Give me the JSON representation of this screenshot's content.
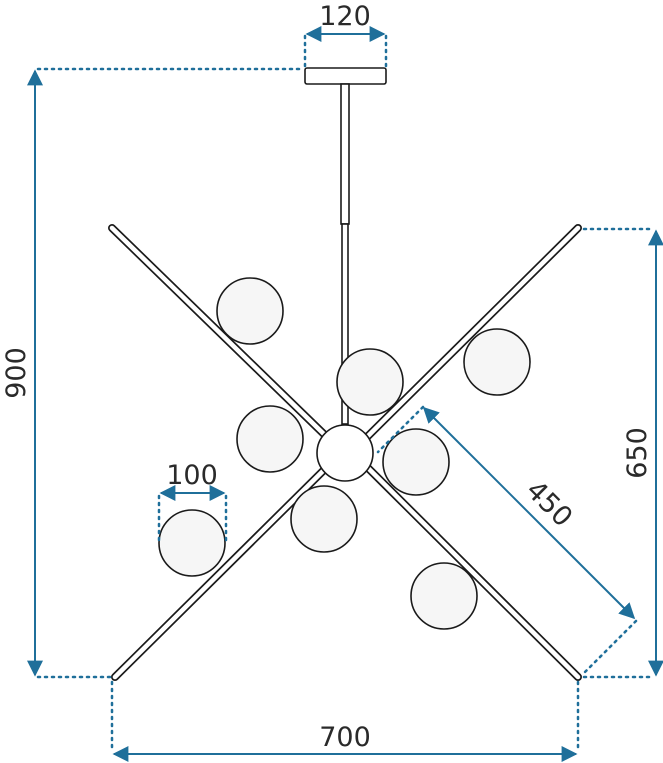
{
  "dimensions": {
    "canopy_width": "120",
    "total_height": "900",
    "body_height": "650",
    "arm_length": "450",
    "globe_diameter": "100",
    "total_width": "700"
  },
  "colors": {
    "dimension_line": "#1f6f9a",
    "outline": "#1a1a1a",
    "globe_fill": "#f6f6f6"
  }
}
